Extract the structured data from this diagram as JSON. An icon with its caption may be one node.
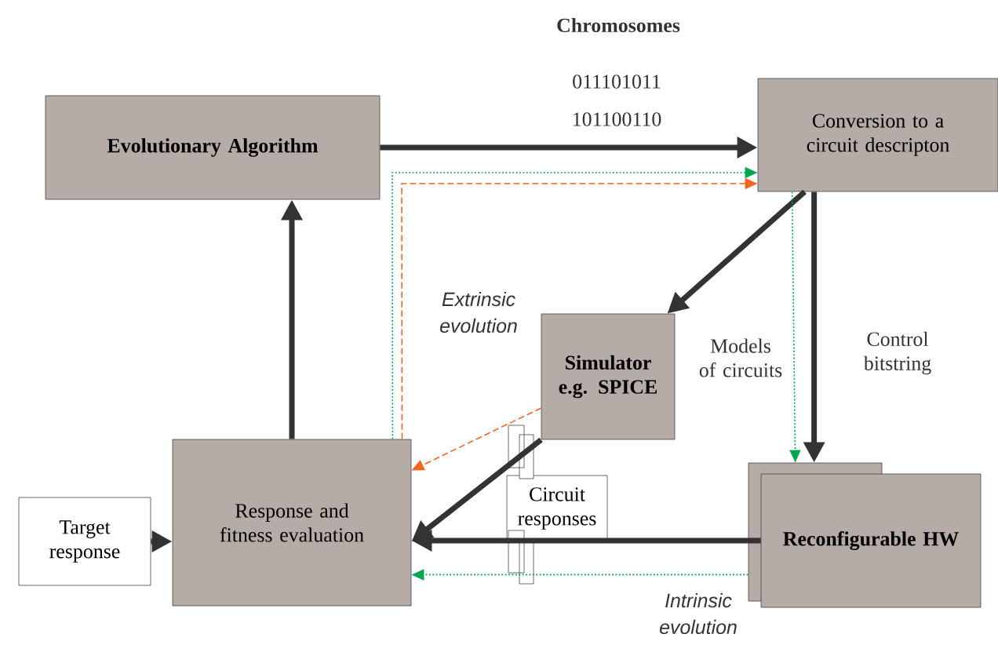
{
  "diagram": {
    "nodes": [
      {
        "text": [
          "Evolutionary Algorithm"
        ]
      },
      {
        "text": [
          "Conversion to a circuit descripton"
        ]
      },
      {
        "text": [
          "Simulator e.g. SPICE"
        ]
      },
      {
        "text": [
          "Response and fitness evaluation"
        ]
      },
      {
        "text": [
          "Target response"
        ]
      },
      {
        "text": [
          "Reconfigurable HW"
        ]
      },
      {
        "text": [
          "Circuit responses"
        ]
      }
    ],
    "edges": [
      {
        "from": 0,
        "to": 1,
        "arrow": "to"
      },
      {
        "from": 1,
        "to": 2,
        "arrow": "to"
      },
      {
        "from": 1,
        "to": 5,
        "arrow": "to"
      },
      {
        "from": 2,
        "to": 3,
        "arrow": "to"
      },
      {
        "from": 5,
        "to": 3,
        "arrow": "to"
      },
      {
        "from": 4,
        "to": 3,
        "arrow": "to"
      },
      {
        "from": 3,
        "to": 0,
        "arrow": "to"
      },
      {
        "from": 2,
        "to": 3,
        "arrow": "to",
        "style": "dashed",
        "color": "#f26522"
      },
      {
        "from": 3,
        "to": 1,
        "arrow": "to",
        "style": "dashed",
        "color": "#f26522"
      },
      {
        "from": 3,
        "to": 1,
        "arrow": "to",
        "style": "dashed",
        "color": "#00a651"
      },
      {
        "from": 1,
        "to": 5,
        "arrow": "to",
        "style": "dashed",
        "color": "#00a651"
      },
      {
        "from": 5,
        "to": 3,
        "arrow": "to",
        "style": "dashed",
        "color": "#00a651"
      }
    ],
    "labels": [
      "Chromosomes",
      "011101011",
      "101100110",
      "Extrinsic evolution",
      "Models of circuits",
      "Control bitstring",
      "Intrinsic evolution"
    ]
  }
}
